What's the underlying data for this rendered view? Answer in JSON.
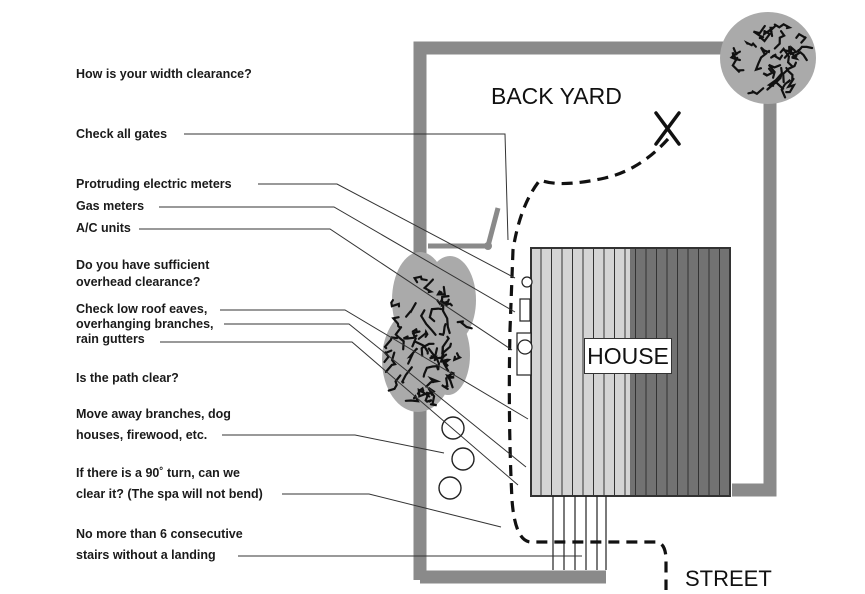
{
  "diagram": {
    "labels": {
      "width_clearance": "How is your width clearance?",
      "check_gates": "Check all gates",
      "electric_meters": "Protruding electric meters",
      "gas_meters": "Gas meters",
      "ac_units": "A/C units",
      "overhead_1": "Do you have sufficient",
      "overhead_2": "overhead clearance?",
      "roof_1": "Check low roof eaves,",
      "roof_2": "overhanging branches,",
      "roof_3": "rain gutters",
      "path_clear": "Is the path clear?",
      "move_1": "Move away branches, dog",
      "move_2": "houses, firewood, etc.",
      "turn_1": "If there is a 90˚ turn, can we",
      "turn_2": "clear it? (The spa will not bend)",
      "stairs_1": "No more than 6 consecutive",
      "stairs_2": "stairs without a landing"
    },
    "back_yard": "BACK YARD",
    "house": "HOUSE",
    "street": "STREET",
    "x_mark": "X"
  }
}
